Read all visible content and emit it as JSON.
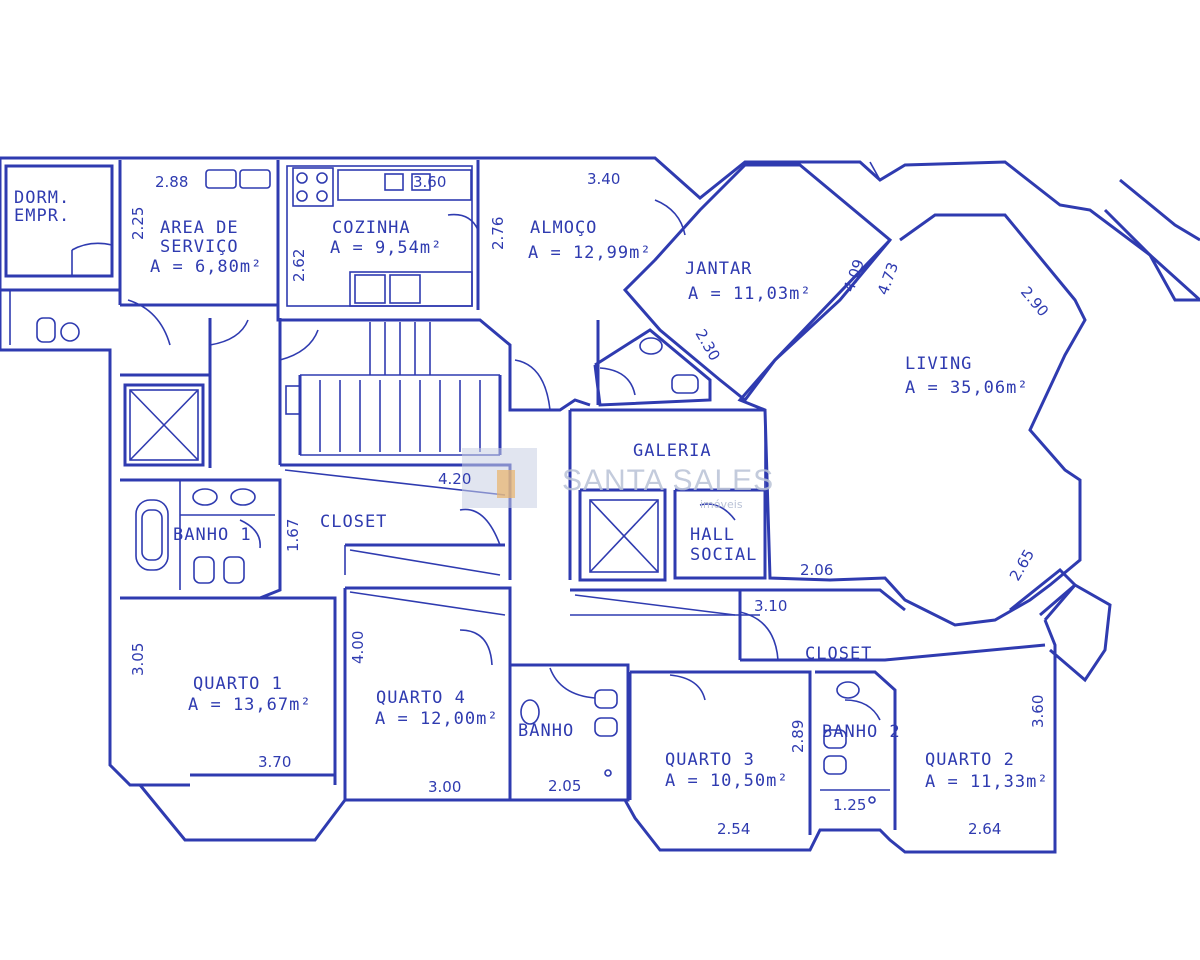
{
  "rooms": {
    "dorm": [
      "DORM.",
      "EMPR."
    ],
    "area_servico": [
      "AREA DE",
      "SERVIÇO",
      "A = 6,80m²"
    ],
    "cozinha": [
      "COZINHA",
      "A = 9,54m²"
    ],
    "almoco": [
      "ALMOÇO",
      "A = 12,99m²"
    ],
    "jantar": [
      "JANTAR",
      "A = 11,03m²"
    ],
    "living": [
      "LIVING",
      "A = 35,06m²"
    ],
    "galeria": "GALERIA",
    "hall": [
      "HALL",
      "SOCIAL"
    ],
    "banho1": "BANHO 1",
    "closet1": "CLOSET",
    "closet2": "CLOSET",
    "quarto1": [
      "QUARTO 1",
      "A = 13,67m²"
    ],
    "quarto4": [
      "QUARTO 4",
      "A = 12,00m²"
    ],
    "banho": "BANHO",
    "quarto3": [
      "QUARTO 3",
      "A = 10,50m²"
    ],
    "banho2": "BANHO 2",
    "quarto2": [
      "QUARTO 2",
      "A = 11,33m²"
    ]
  },
  "dimensions": {
    "area_servico_w": "2.88",
    "area_servico_h": "2.25",
    "cozinha_w": "3.60",
    "cozinha_h": "2.62",
    "almoco_h": "2.76",
    "almoco_w": "3.40",
    "jantar_a": "4.09",
    "jantar_b": "2.30",
    "living_a": "4.73",
    "living_b": "2.90",
    "living_c": "2.65",
    "corridor": "4.20",
    "banho1_h": "1.67",
    "quarto1_h": "3.05",
    "quarto1_w": "3.70",
    "quarto4_h": "4.00",
    "quarto4_w": "3.00",
    "banho_w": "2.05",
    "quarto3_w": "2.54",
    "quarto3_h": "2.89",
    "banho2_w": "1.25",
    "quarto2_w": "2.64",
    "quarto2_h": "3.60",
    "hall_w": "2.06",
    "closet2_w": "3.10"
  },
  "watermark": {
    "brand": "SANTA SALES",
    "tagline": "imóveis"
  },
  "colors": {
    "line": "#2f3bb0",
    "background": "#ffffff",
    "watermark": "#b9c2d6"
  }
}
